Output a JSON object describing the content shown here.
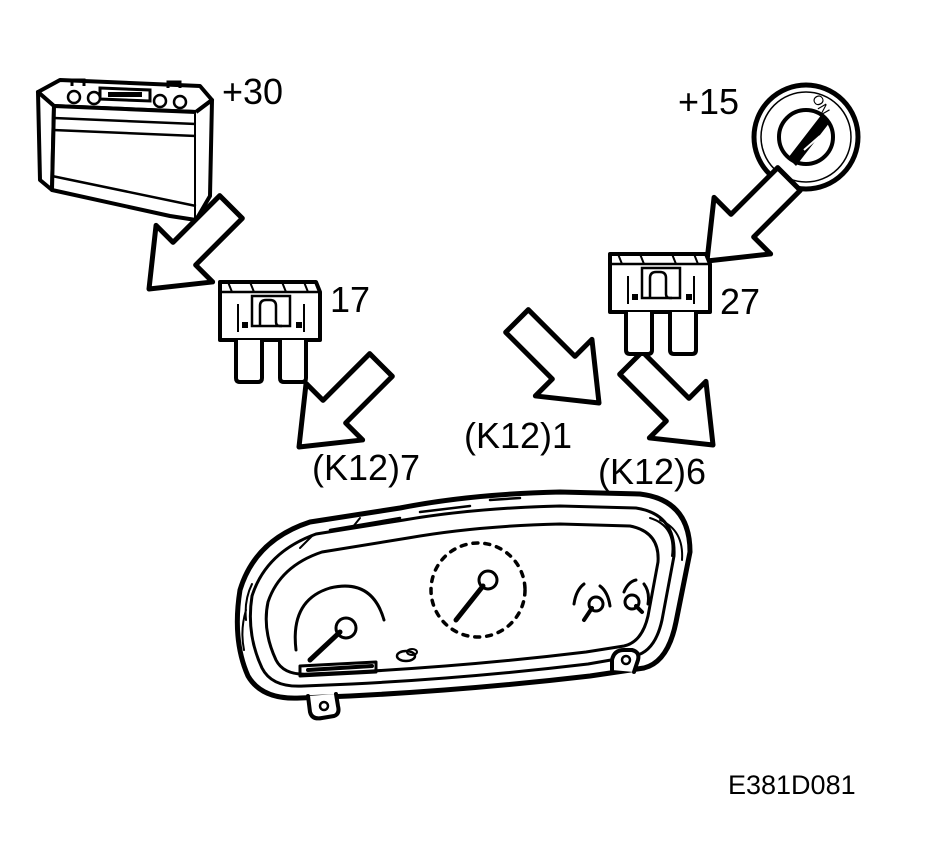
{
  "labels": {
    "battery_terminal": "+30",
    "ignition_terminal": "+15",
    "ignition_on": "ON",
    "fuse_left": "17",
    "fuse_right": "27",
    "connector_left": "(K12)7",
    "connector_middle": "(K12)1",
    "connector_right": "(K12)6",
    "figure_id": "E381D081"
  }
}
